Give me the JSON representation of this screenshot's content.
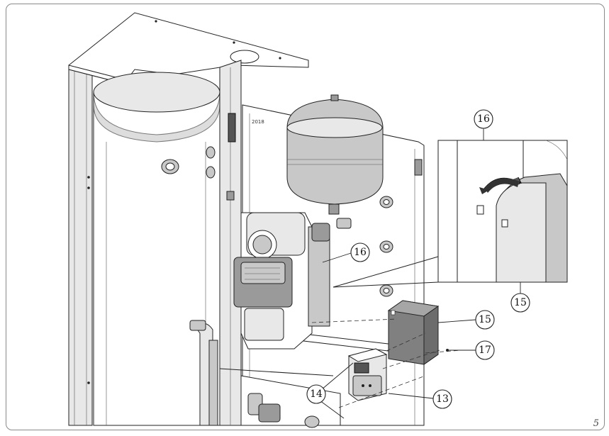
{
  "callouts": {
    "c16_detail": "16",
    "c16_main": "16",
    "c15_detail": "15",
    "c15_main": "15",
    "c17": "17",
    "c14": "14",
    "c13": "13"
  },
  "page_number": "5",
  "colors": {
    "line": "#222222",
    "light_gray": "#e8e8e8",
    "mid_gray": "#c8c8c8",
    "dark_gray": "#9a9a9a",
    "panel_gray": "#808080"
  }
}
